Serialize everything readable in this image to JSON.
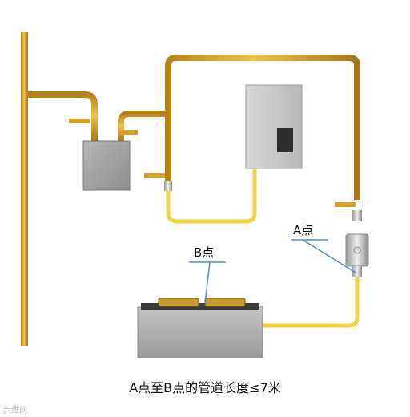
{
  "labels": {
    "point_a": "A点",
    "point_b": "B点"
  },
  "caption": "A点至B点的管道长度≤7米",
  "watermark": "六维网",
  "colors": {
    "gas_pipe": "#d6a02a",
    "flex_hose": "#f2d33e",
    "appliance_gray": "#a9a9a9",
    "heater_panel": "#cfcfcf",
    "leader_line": "#4a8fd0"
  }
}
